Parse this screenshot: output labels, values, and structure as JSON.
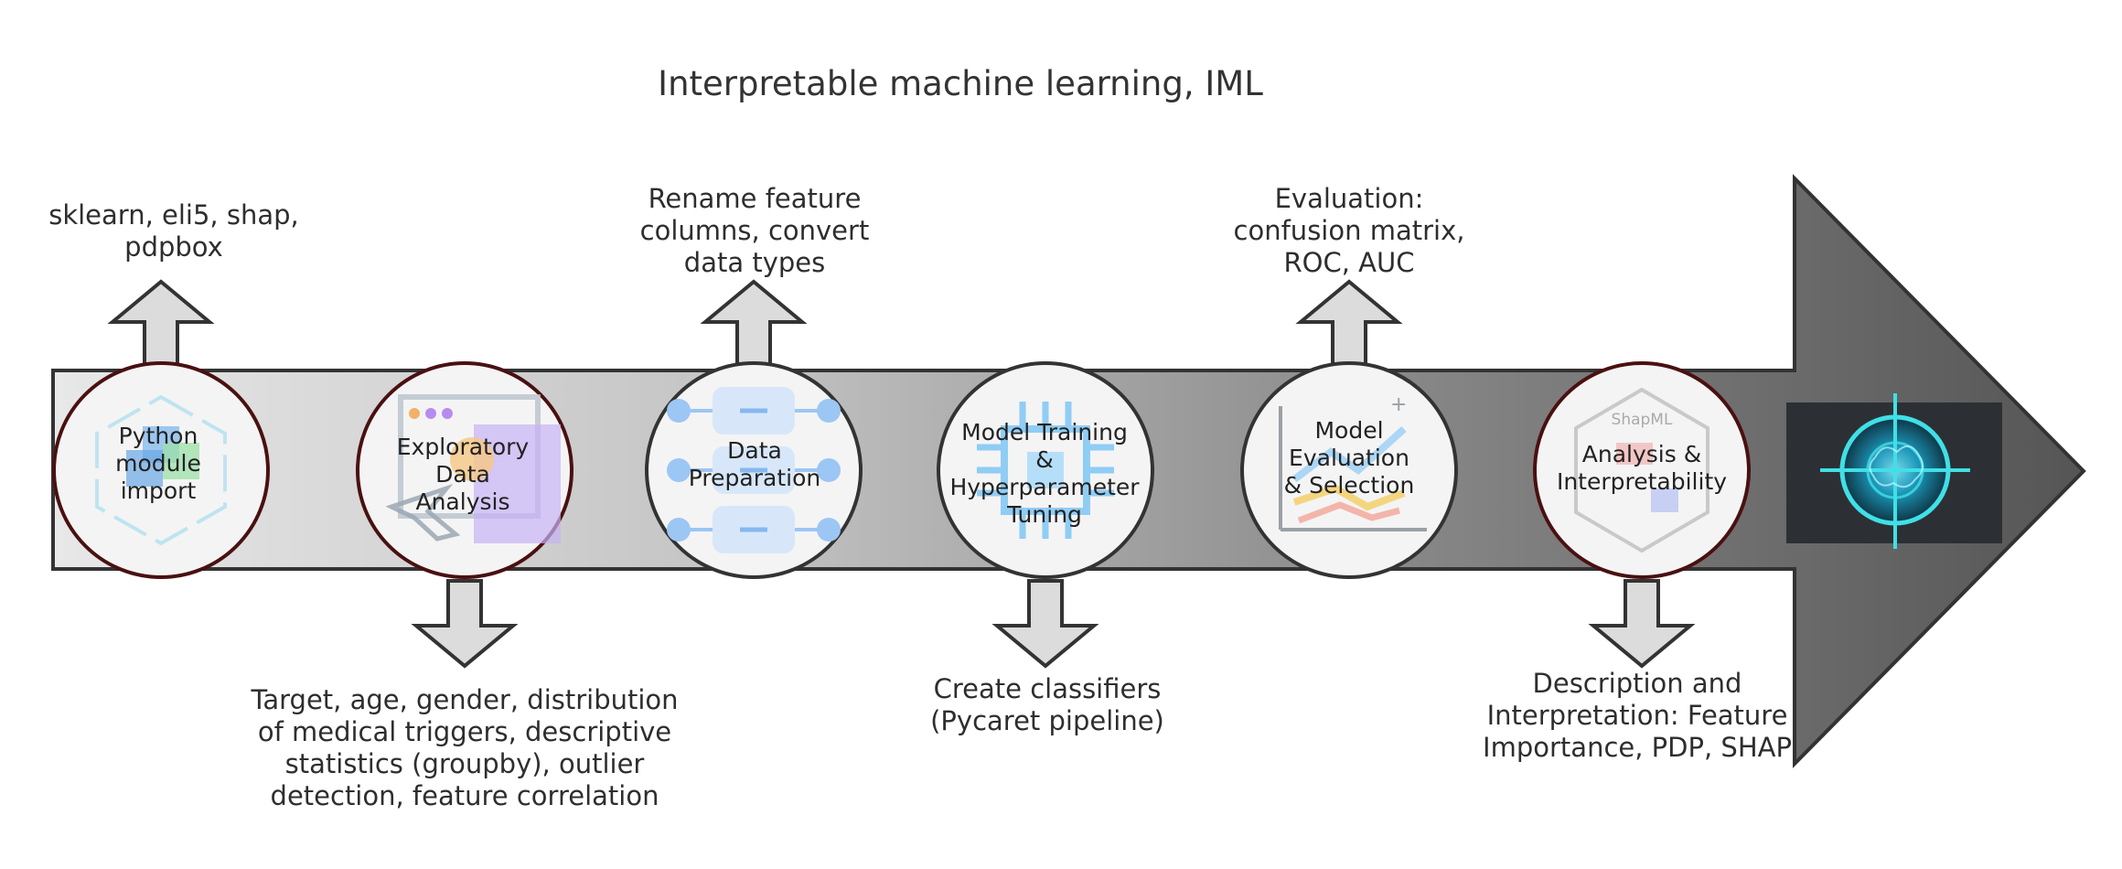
{
  "title": "Interpretable machine learning, IML",
  "colors": {
    "arrow_start": "#e6e6e6",
    "arrow_end": "#5c5c5c",
    "outline": "#333333",
    "circle_fill": "#f4f4f4",
    "circle_border_dark": "#4a1010",
    "small_arrow_fill": "#dcdcdc"
  },
  "steps": [
    {
      "label_lines": [
        "Python",
        "module",
        "import"
      ],
      "icon": "cube-icon",
      "annotation_side": "top",
      "annotation_lines": [
        "sklearn, eli5, shap,",
        "pdpbox"
      ]
    },
    {
      "label_lines": [
        "Exploratory",
        "Data",
        "Analysis"
      ],
      "icon": "chart-window-icon",
      "annotation_side": "bottom",
      "annotation_lines": [
        "Target, age, gender, distribution",
        "of medical triggers, descriptive",
        "statistics (groupby), outlier",
        "detection, feature correlation"
      ]
    },
    {
      "label_lines": [
        "Data",
        "Preparation"
      ],
      "icon": "pipeline-icon",
      "annotation_side": "top",
      "annotation_lines": [
        "Rename feature",
        "columns, convert",
        "data types"
      ]
    },
    {
      "label_lines": [
        "Model Training",
        "&",
        "Hyperparameter",
        "Tuning"
      ],
      "icon": "chip-icon",
      "annotation_side": "bottom",
      "annotation_lines": [
        "Create classifiers",
        "(Pycaret pipeline)"
      ]
    },
    {
      "label_lines": [
        "Model",
        "Evaluation",
        "& Selection"
      ],
      "icon": "trend-chart-icon",
      "annotation_side": "top",
      "annotation_lines": [
        "Evaluation:",
        "confusion matrix,",
        "ROC, AUC"
      ]
    },
    {
      "label_lines": [
        "Analysis &",
        "Interpretability"
      ],
      "icon": "shapml-hexagon-icon",
      "badge": "ShapML",
      "annotation_side": "bottom",
      "annotation_lines": [
        "Description and",
        "Interpretation: Feature",
        "Importance, PDP, SHAP"
      ]
    }
  ],
  "final_icon": "ai-brain-target-icon"
}
